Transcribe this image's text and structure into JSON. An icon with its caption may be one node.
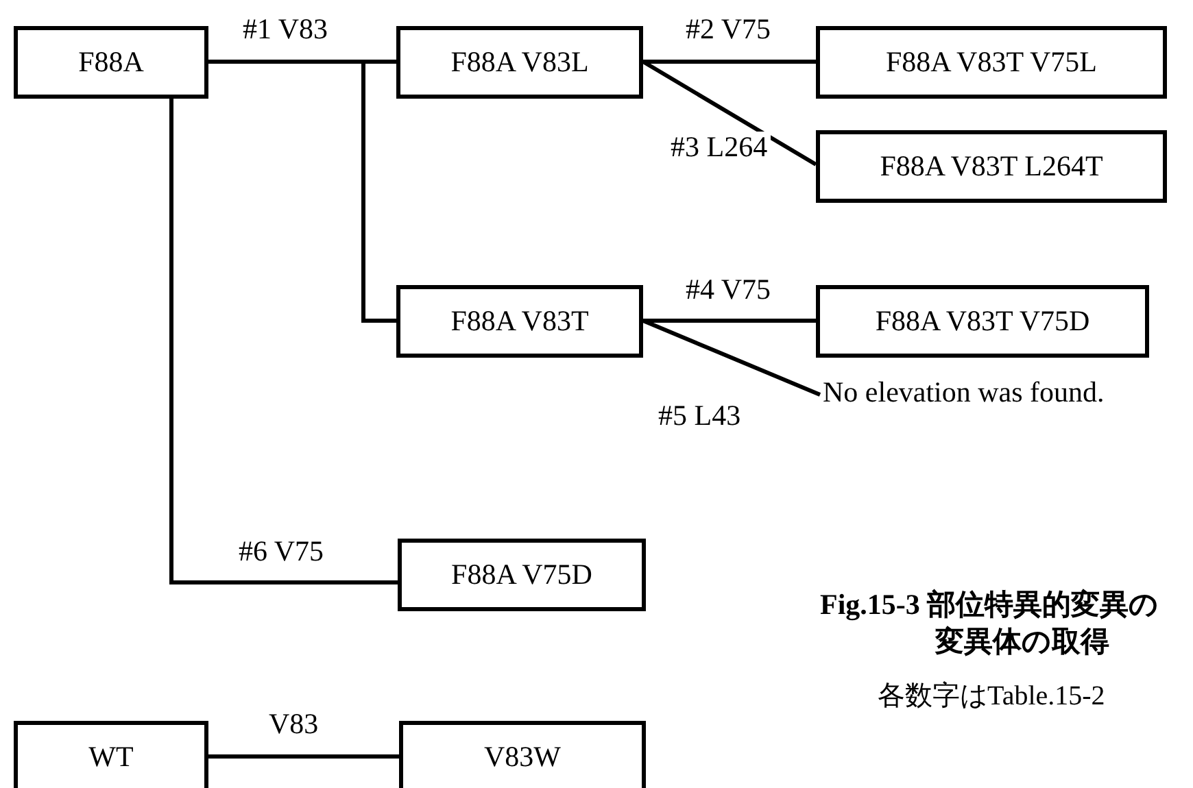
{
  "diagram": {
    "caption": "Fig.15-3 部位特異的変異の変異体の取得",
    "nodes": [
      {
        "text": [
          "F88A"
        ]
      },
      {
        "text": [
          "F88A V83L"
        ]
      },
      {
        "text": [
          "F88A V83T V75L"
        ]
      },
      {
        "text": [
          "F88A V83T L264T"
        ]
      },
      {
        "text": [
          "F88A V83T"
        ]
      },
      {
        "text": [
          "F88A V83T V75D"
        ]
      },
      {
        "text": [
          "No elevation was found."
        ]
      },
      {
        "text": [
          "F88A V75D"
        ]
      },
      {
        "text": [
          "WT"
        ]
      },
      {
        "text": [
          "V83W"
        ]
      }
    ],
    "edges": [
      {
        "from": 0,
        "to": 1,
        "arrow": "none",
        "label": "#1 V83"
      },
      {
        "from": 0,
        "to": 4,
        "arrow": "none"
      },
      {
        "from": 1,
        "to": 2,
        "arrow": "none",
        "label": "#2 V75"
      },
      {
        "from": 1,
        "to": 3,
        "arrow": "none",
        "label": "#3 L264"
      },
      {
        "from": 4,
        "to": 5,
        "arrow": "none",
        "label": "#4 V75"
      },
      {
        "from": 4,
        "to": 6,
        "arrow": "none",
        "label": "#5 L43"
      },
      {
        "from": 0,
        "to": 7,
        "arrow": "none",
        "label": "#6 V75"
      },
      {
        "from": 8,
        "to": 9,
        "arrow": "none",
        "label": "V83"
      }
    ],
    "labels": [
      "各数字はTable.15-2"
    ]
  }
}
